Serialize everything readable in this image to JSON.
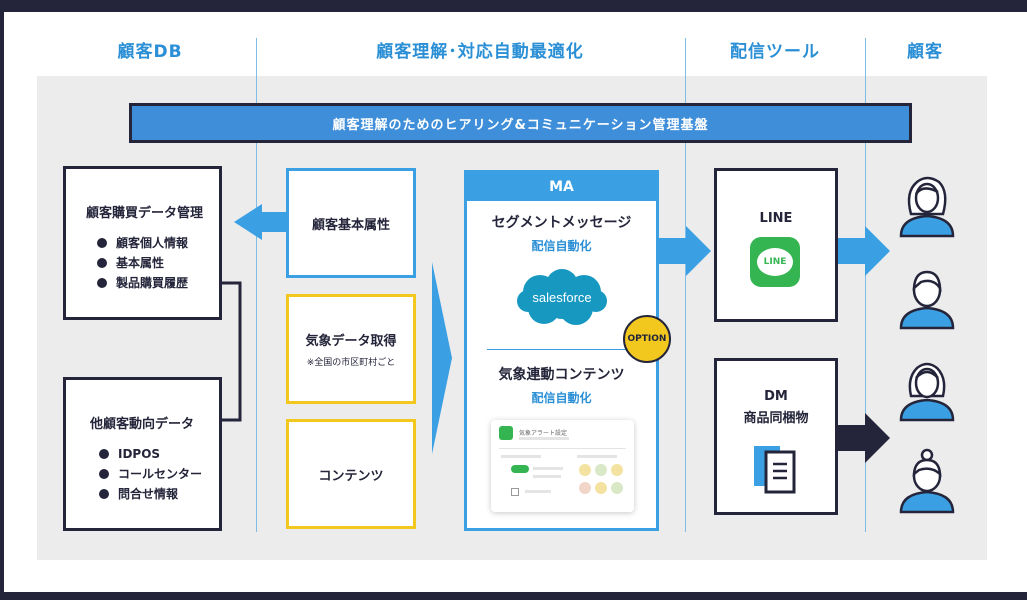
{
  "columns": {
    "customer_db": "顧客DB",
    "understanding": "顧客理解･対応自動最適化",
    "delivery": "配信ツール",
    "customer": "顧客"
  },
  "banner": "顧客理解のためのヒアリング&コミュニケーション管理基盤",
  "purchase_box": {
    "title": "顧客購買データ管理",
    "items": [
      "顧客個人情報",
      "基本属性",
      "製品購買履歴"
    ]
  },
  "trend_box": {
    "title": "他顧客動向データ",
    "items": [
      "IDPOS",
      "コールセンター",
      "問合せ情報"
    ]
  },
  "attributes_box": "顧客基本属性",
  "weather_box": {
    "title": "気象データ取得",
    "note": "※全国の市区町村ごと"
  },
  "contents_box": "コンテンツ",
  "ma": {
    "header": "MA",
    "segment_title": "セグメントメッセージ",
    "segment_sub": "配信自動化",
    "salesforce": "salesforce",
    "option": "OPTION",
    "weather_title": "気象連動コンテンツ",
    "weather_sub": "配信自動化",
    "screenshot_title": "気象アラート設定"
  },
  "line_box": {
    "title": "LINE",
    "icon_text": "LINE"
  },
  "dm_box": {
    "line1": "DM",
    "line2": "商品同梱物"
  },
  "colors": {
    "accent_blue": "#3aa0e3",
    "dark_navy": "#24253a",
    "yellow": "#f2c81e",
    "line_green": "#34b551",
    "salesforce_blue": "#1798c1"
  }
}
